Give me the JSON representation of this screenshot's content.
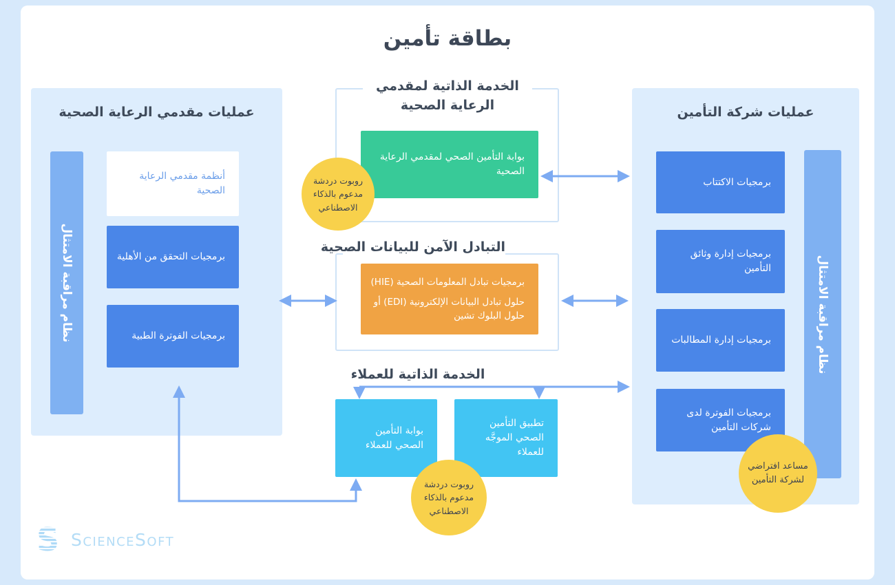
{
  "title": "بطاقة تأمين",
  "panels": {
    "provider": {
      "header": "عمليات مقدمي الرعاية الصحية",
      "compliance_bar": "نظام مراقبة الامتثال",
      "boxes": [
        "أنظمة مقدمي الرعاية الصحية",
        "برمجيات التحقق من الأهلية",
        "برمجيات الفوترة الطبية"
      ]
    },
    "insurer": {
      "header": "عمليات شركة التأمين",
      "compliance_bar": "نظام مراقبة الامتثال",
      "boxes": [
        "برمجيات الاكتتاب",
        "برمجيات إدارة وثائق التأمين",
        "برمجيات إدارة المطالبات",
        "برمجيات الفوترة لدى شركات التأمين"
      ],
      "badge": "مساعد افتراضي لشركة التأمين"
    }
  },
  "sections": {
    "provider_self_service": {
      "title": "الخدمة الذاتية لمقدمي الرعاية الصحية",
      "box": "بوابة التأمين الصحي لمقدمي الرعاية الصحية",
      "badge": "روبوت دردشة مدعوم بالذكاء الاصطناعي"
    },
    "secure_exchange": {
      "title": "التبادل الآمن للبيانات الصحية",
      "lines": [
        "برمجيات تبادل المعلومات الصحية (HIE)",
        "حلول تبادل البيانات الإلكترونية (EDI) أو حلول البلوك تشين"
      ]
    },
    "customer_self_service": {
      "title": "الخدمة الذاتية للعملاء",
      "portal_box": "بوابة التأمين الصحي للعملاء",
      "app_box": "تطبيق التأمين الصحي الموجَّه للعملاء",
      "badge": "روبوت دردشة مدعوم بالذكاء الاصطناعي"
    }
  },
  "logo": {
    "science": "Science",
    "soft": "Soft"
  },
  "colors": {
    "background": "#d7e9fb",
    "panel": "#ddedfd",
    "compliance_bar": "#7fb1f2",
    "box_blue": "#4a86e8",
    "box_green": "#38ca98",
    "box_orange": "#f0a344",
    "box_cyan": "#42c5f3",
    "badge_yellow": "#f8d14b",
    "arrow": "#7dabf2",
    "heading": "#3e4a5a",
    "logo_blue": "#b3dcf6"
  }
}
